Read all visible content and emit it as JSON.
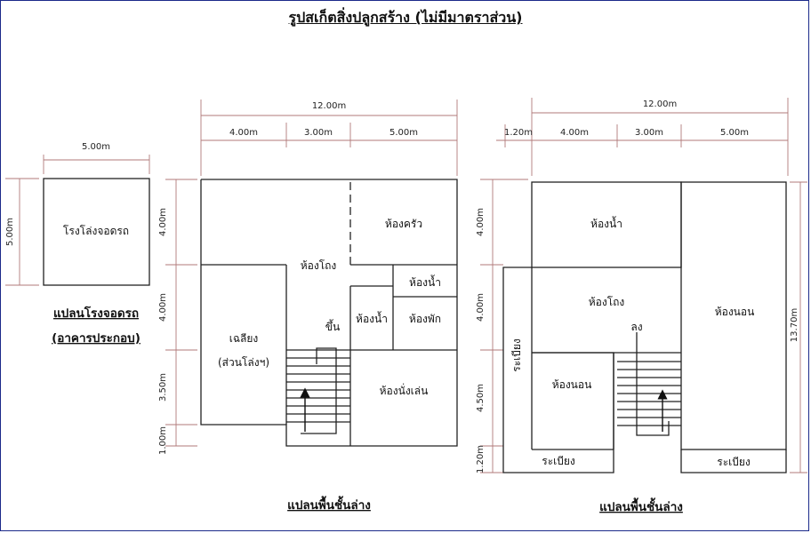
{
  "title": "รูปสเก็ตสิ่งปลูกสร้าง (ไม่มีมาตราส่วน)",
  "garage": {
    "room": "โรงโล่งจอดรถ",
    "caption_line1": "แปลนโรงจอดรถ",
    "caption_line2": "(อาคารประกอบ)",
    "dim_width": "5.00m",
    "dim_height": "5.00m"
  },
  "plan_left": {
    "caption": "แปลนพื้นชั้นล่าง",
    "total_width": "12.00m",
    "widths": [
      "4.00m",
      "3.00m",
      "5.00m"
    ],
    "heights": [
      "4.00m",
      "4.00m",
      "3.50m",
      "1.00m"
    ],
    "rooms": {
      "kitchen": "ห้องครัว",
      "hall": "ห้องโถง",
      "bath_small": "ห้องน้ำ",
      "bath": "ห้องน้ำ",
      "rest": "ห้องพัก",
      "living": "ห้องนั่งเล่น",
      "lean_to_1": "เฉลียง",
      "lean_to_2": "(ส่วนโล่งฯ)",
      "stair_up": "ขึ้น"
    }
  },
  "plan_right": {
    "caption": "แปลนพื้นชั้นล่าง",
    "total_width": "12.00m",
    "widths": [
      "1.20m",
      "4.00m",
      "3.00m",
      "5.00m"
    ],
    "heights": [
      "4.00m",
      "4.00m",
      "4.50m",
      "1.20m"
    ],
    "right_height": "13.70m",
    "rooms": {
      "bath": "ห้องน้ำ",
      "hall": "ห้องโถง",
      "bedroom_left": "ห้องนอน",
      "bedroom_right": "ห้องนอน",
      "balcony_side": "ระเบียง",
      "balcony_bottom_left": "ระเบียง",
      "balcony_bottom_right": "ระเบียง",
      "stair_down": "ลง"
    }
  }
}
